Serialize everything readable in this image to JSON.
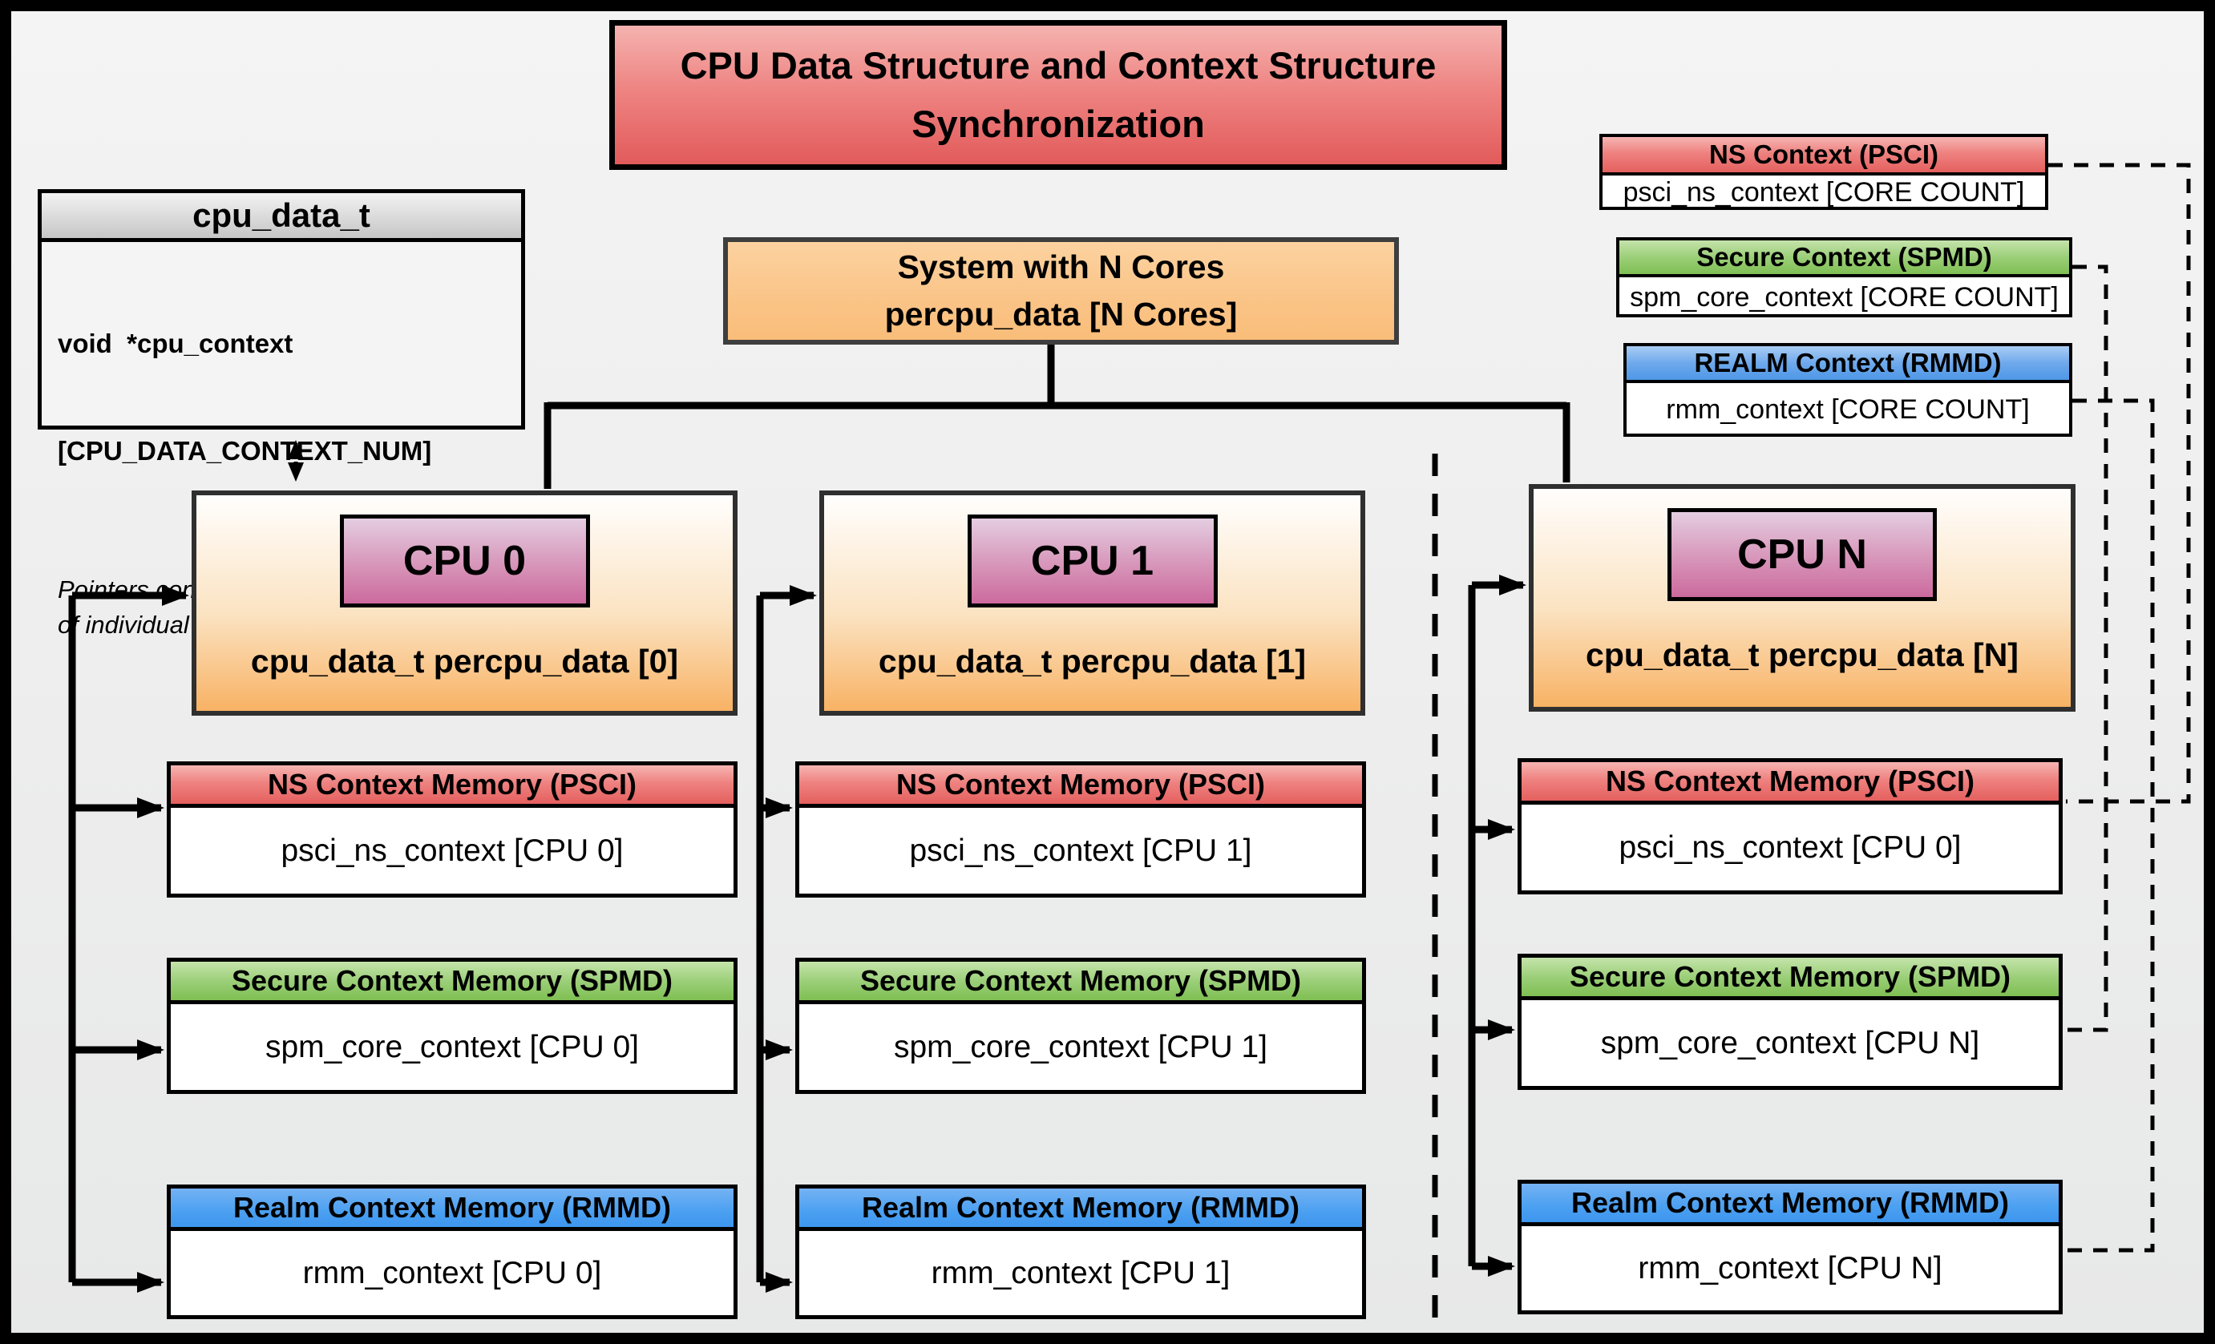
{
  "title": {
    "line1": "CPU Data Structure and Context Structure",
    "line2": "Synchronization"
  },
  "cpu_data_t_box": {
    "header": "cpu_data_t",
    "field_line1": "void  *cpu_context",
    "field_line2": "[CPU_DATA_CONTEXT_NUM]",
    "note_line1": "Pointers configured with locations",
    "note_line2": "of individual world context memory"
  },
  "system_box": {
    "line1": "System with N Cores",
    "line2": "percpu_data [N Cores]"
  },
  "legend": [
    {
      "id": "psci",
      "title": "NS Context  (PSCI)",
      "body": "psci_ns_context [CORE COUNT]"
    },
    {
      "id": "spmd",
      "title": "Secure Context (SPMD)",
      "body": "spm_core_context [CORE COUNT]"
    },
    {
      "id": "rmmd",
      "title": "REALM Context (RMMD)",
      "body": "rmm_context [CORE COUNT]"
    }
  ],
  "columns": [
    {
      "cpu_label": "CPU 0",
      "caption": "cpu_data_t percpu_data [0]",
      "ns": {
        "header": "NS Context Memory (PSCI)",
        "body": "psci_ns_context [CPU 0]"
      },
      "secure": {
        "header": "Secure Context Memory (SPMD)",
        "body": "spm_core_context [CPU 0]"
      },
      "realm": {
        "header": "Realm Context Memory (RMMD)",
        "body": "rmm_context [CPU 0]"
      }
    },
    {
      "cpu_label": "CPU 1",
      "caption": "cpu_data_t percpu_data [1]",
      "ns": {
        "header": "NS Context Memory (PSCI)",
        "body": "psci_ns_context [CPU 1]"
      },
      "secure": {
        "header": "Secure Context Memory (SPMD)",
        "body": "spm_core_context [CPU 1]"
      },
      "realm": {
        "header": "Realm Context Memory (RMMD)",
        "body": "rmm_context [CPU 1]"
      }
    },
    {
      "cpu_label": "CPU N",
      "caption": "cpu_data_t percpu_data [N]",
      "ns": {
        "header": "NS Context Memory (PSCI)",
        "body": "psci_ns_context [CPU 0]"
      },
      "secure": {
        "header": "Secure Context Memory (SPMD)",
        "body": "spm_core_context [CPU N]"
      },
      "realm": {
        "header": "Realm Context Memory (RMMD)",
        "body": "rmm_context [CPU N]"
      }
    }
  ],
  "colors": {
    "psci_red": "#E4605E",
    "spmd_green": "#7FBF53",
    "rmmd_blue": "#4096EE",
    "cpu_box_orange": "#F8B264",
    "cpu_label_pink": "#CC6A9E",
    "system_orange": "#FAC487",
    "title_red": "#E25B5B",
    "background": "#EFEFEF"
  }
}
